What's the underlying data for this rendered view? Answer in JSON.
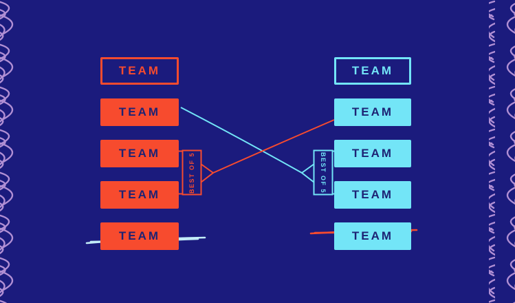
{
  "palette": {
    "background": "#1b1b7d",
    "orange": "#f74b2e",
    "cyan": "#73e5f7",
    "navy_text": "#1d2374",
    "scribble_light": "#c3edf8",
    "pattern": "#b18fd4"
  },
  "bracket": {
    "left_column": {
      "teams": [
        "TEAM",
        "TEAM",
        "TEAM",
        "TEAM",
        "TEAM"
      ],
      "match_label": "BEST OF 5",
      "eliminated_team_index": 4
    },
    "right_column": {
      "teams": [
        "TEAM",
        "TEAM",
        "TEAM",
        "TEAM",
        "TEAM"
      ],
      "match_label": "BEST OF 5",
      "eliminated_team_index": 4
    }
  }
}
